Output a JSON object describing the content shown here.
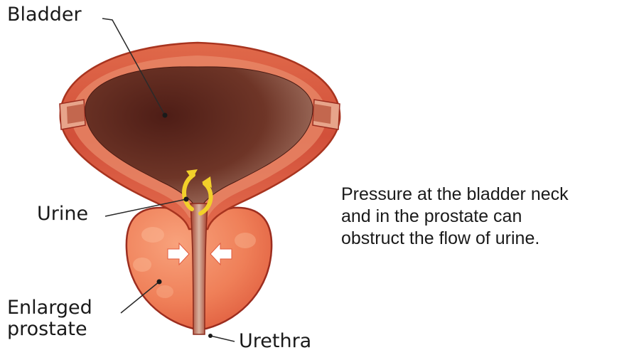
{
  "labels": {
    "bladder": "Bladder",
    "urine": "Urine",
    "enlarged_prostate": [
      "Enlarged",
      "prostate"
    ],
    "urethra": "Urethra"
  },
  "caption": [
    "Pressure at the bladder neck",
    "and in the prostate can",
    "obstruct the flow of urine."
  ],
  "colors": {
    "bladder_wall": "#d8583c",
    "bladder_interior": "#6b2e24",
    "prostate": "#f0845e",
    "urine_arrows": "#f2d02a",
    "pressure_arrows": "#ffffff"
  }
}
